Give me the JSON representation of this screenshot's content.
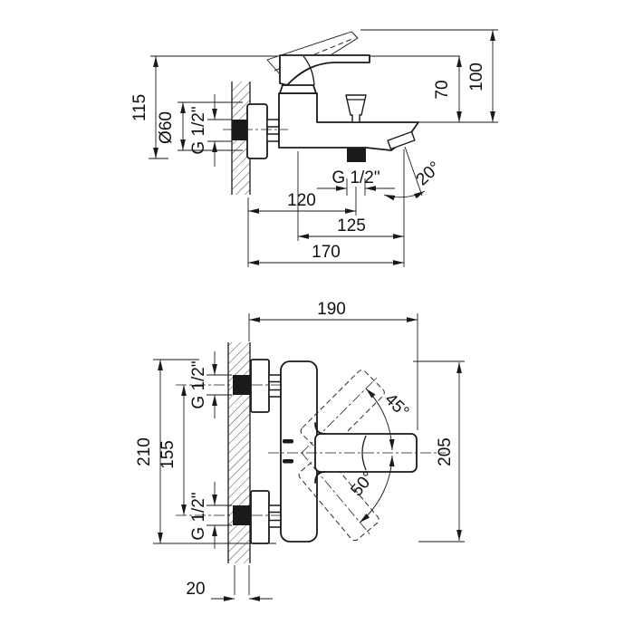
{
  "drawing": {
    "type": "technical-drawing",
    "subject": "wall-mounted single-lever bath mixer, two orthographic views",
    "line_color": "#1a1a1a",
    "background_color": "#ffffff"
  },
  "views": {
    "side_view": {
      "name": "side view (upper)",
      "dims": {
        "overall_height": "115",
        "escutcheon_diameter": "Ø60",
        "inlet_thread": "G 1/2\"",
        "handle_height_closed": "70",
        "handle_height_open": "100",
        "outlet_thread": "G 1/2\"",
        "wall_to_outlet": "120",
        "axis_to_spout_end": "125",
        "wall_to_spout_end": "170",
        "spout_outlet_angle": "20°"
      }
    },
    "front_view": {
      "name": "front view (lower)",
      "dims": {
        "overall_width": "190",
        "upper_connection_thread": "G 1/2\"",
        "overall_height": "210",
        "connection_centers": "155",
        "handle_up_angle": "45°",
        "handle_down_angle": "50°",
        "body_height": "205",
        "lower_connection_thread": "G 1/2\"",
        "wall_thickness": "20"
      }
    }
  }
}
